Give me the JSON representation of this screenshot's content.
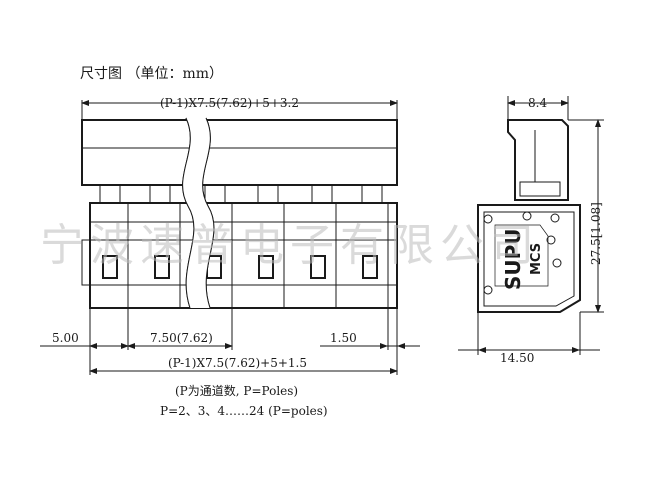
{
  "title": "尺寸图  （单位：mm）",
  "dimensions": {
    "top_total": "(P-1)X7.5(7.62)+5+3.2",
    "side_top": "8.4",
    "side_height": "27.5[1.08]",
    "left_offset": "5.00",
    "pitch": "7.50(7.62)",
    "right_offset": "1.50",
    "bottom_total": "(P-1)X7.5(7.62)+5+1.5",
    "side_width": "14.50"
  },
  "notes": {
    "poles_def": "(P为通道数, P=Poles)",
    "poles_range": "P=2、3、4……24 (P=poles)"
  },
  "side_view": {
    "brand": "SUPU",
    "model": "MCS"
  },
  "watermark": "宁波速普电子有限公司"
}
